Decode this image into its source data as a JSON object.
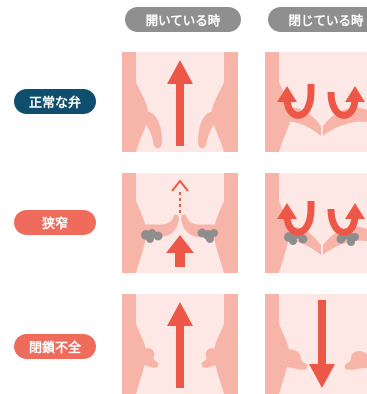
{
  "headers": {
    "open": "開いている時",
    "closed": "閉じている時"
  },
  "rows": [
    {
      "label": "正常な弁",
      "color": "#0f4e6c"
    },
    {
      "label": "狭窄",
      "color": "#ef6b5c"
    },
    {
      "label": "閉鎖不全",
      "color": "#ef6b5c"
    }
  ],
  "colors": {
    "tissue": "#f6b5a8",
    "lumen": "#fde8e5",
    "arrow": "#ec5747",
    "calcification": "#8e8e8e",
    "header": "#8f8f8f"
  }
}
